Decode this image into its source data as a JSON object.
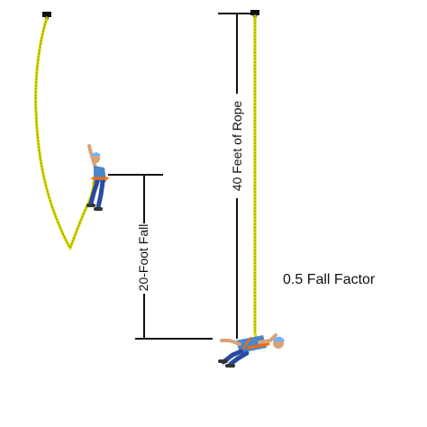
{
  "labels": {
    "fall_distance": "20-Foot Fall",
    "rope_length": "40 Feet of Rope",
    "fall_factor": "0.5 Fall Factor"
  },
  "colors": {
    "rope": "#d8d800",
    "rope_dark": "#7a7a00",
    "line": "#111111",
    "shirt": "#4a86c8",
    "harness": "#ff6a00",
    "pants": "#2a4aa0",
    "skin": "#d8a37a",
    "helmet": "#6fb0ff"
  },
  "icons": {
    "anchor_left": "anchor-icon",
    "anchor_right": "anchor-icon",
    "climber_before": "climber-icon",
    "climber_after": "fallen-climber-icon"
  }
}
